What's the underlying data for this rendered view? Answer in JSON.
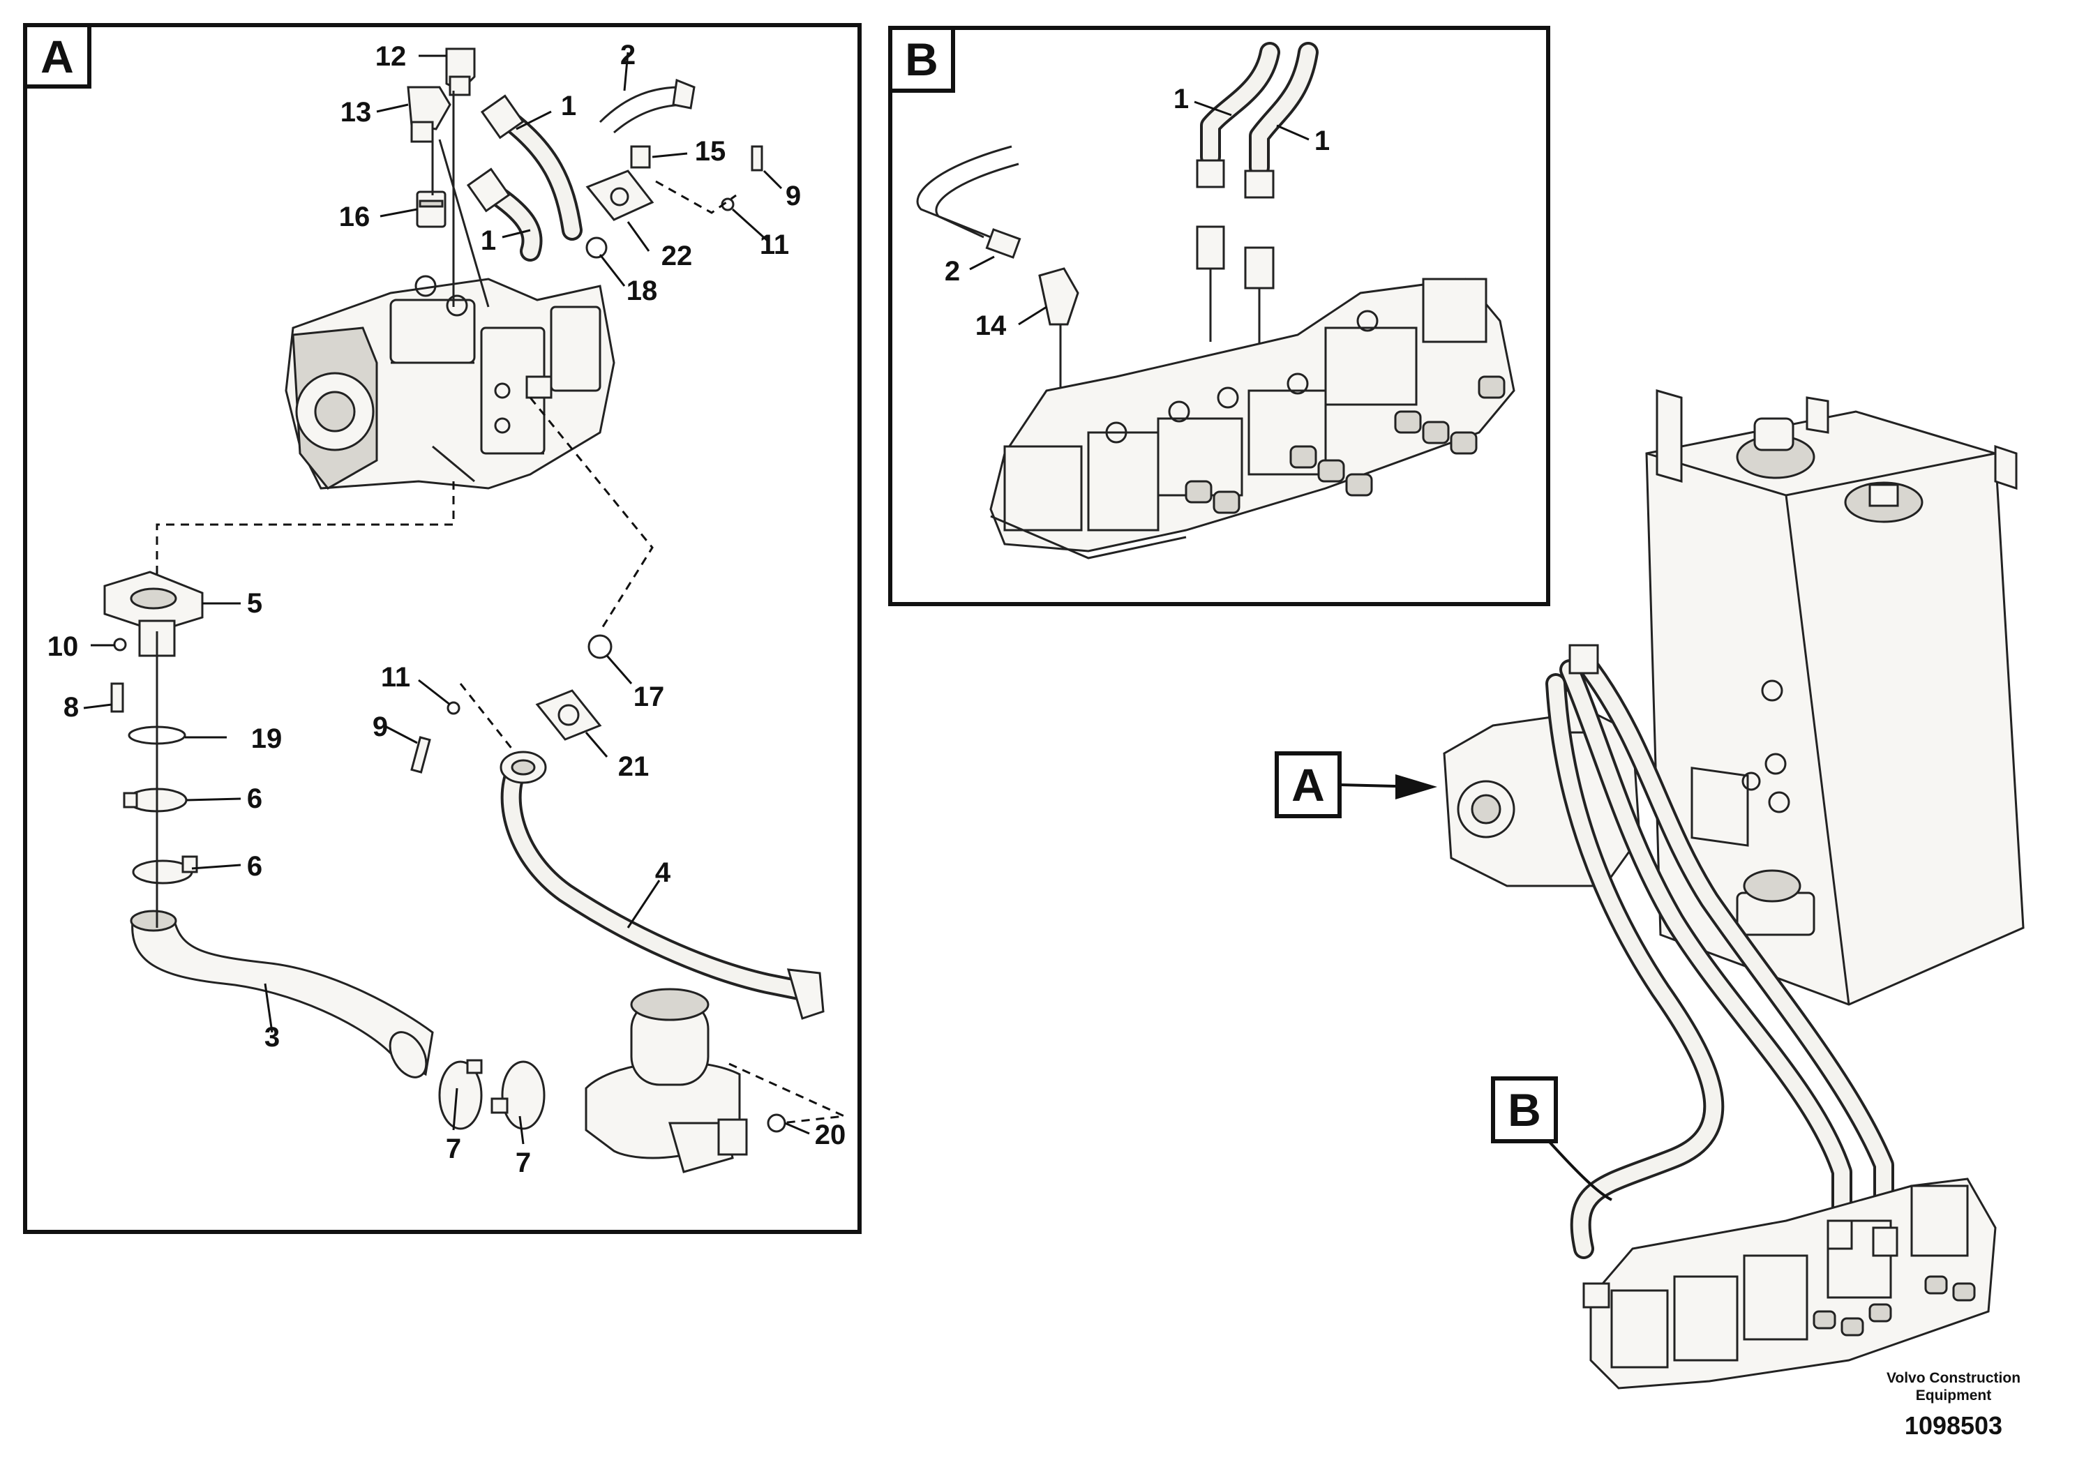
{
  "views": {
    "a_label": "A",
    "b_label": "B",
    "overview_a_label": "A",
    "overview_b_label": "B"
  },
  "callouts_a": {
    "c12": "12",
    "c13": "13",
    "c1a": "1",
    "c1b": "1",
    "c2": "2",
    "c15": "15",
    "c9a": "9",
    "c11a": "11",
    "c16": "16",
    "c22": "22",
    "c18": "18",
    "c5": "5",
    "c10": "10",
    "c8": "8",
    "c19": "19",
    "c6a": "6",
    "c6b": "6",
    "c17": "17",
    "c11b": "11",
    "c9b": "9",
    "c21": "21",
    "c4": "4",
    "c3": "3",
    "c7a": "7",
    "c7b": "7",
    "c20": "20"
  },
  "callouts_b": {
    "c1a": "1",
    "c1b": "1",
    "c2": "2",
    "c14": "14"
  },
  "footer": {
    "credit_line1": "Volvo Construction",
    "credit_line2": "Equipment",
    "doc_number": "1098503"
  }
}
